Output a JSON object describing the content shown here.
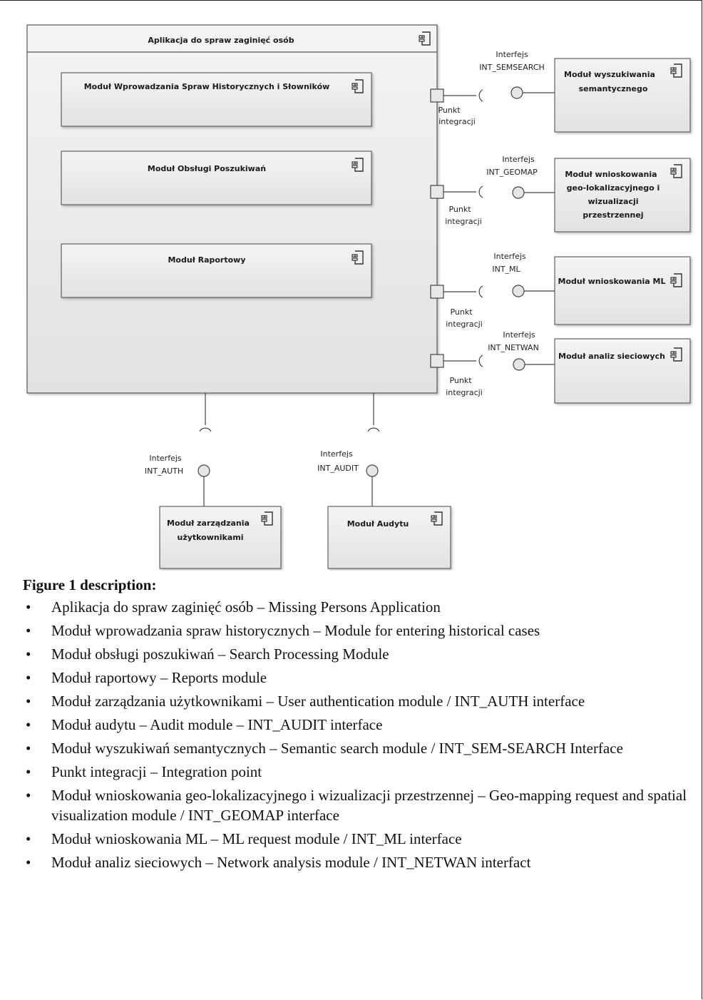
{
  "diagram": {
    "app_title": "Aplikacja do spraw zaginięć osób",
    "inner_modules": [
      {
        "label": "Moduł Wprowadzania Spraw Historycznych i Słowników"
      },
      {
        "label": "Moduł Obsługi Poszukiwań"
      },
      {
        "label": "Moduł Raportowy"
      }
    ],
    "integration_point_label": [
      "Punkt",
      "integracji"
    ],
    "interface_word": "Interfejs",
    "right_modules": [
      {
        "interface": "INT_SEMSEARCH",
        "lines": [
          "Moduł wyszukiwania",
          "semantycznego"
        ]
      },
      {
        "interface": "INT_GEOMAP",
        "lines": [
          "Moduł wnioskowania",
          "geo-lokalizacyjnego i",
          "wizualizacji",
          "przestrzennej"
        ]
      },
      {
        "interface": "INT_ML",
        "lines": [
          "Moduł wnioskowania ML"
        ]
      },
      {
        "interface": "INT_NETWAN",
        "lines": [
          "Moduł analiz sieciowych"
        ]
      }
    ],
    "bottom_modules": [
      {
        "interface": "INT_AUTH",
        "lines": [
          "Moduł zarządzania",
          "użytkownikami"
        ]
      },
      {
        "interface": "INT_AUDIT",
        "lines": [
          "Moduł Audytu"
        ]
      }
    ]
  },
  "description": {
    "heading": "Figure 1 description:",
    "items": [
      "Aplikacja do spraw zaginięć osób – Missing Persons Application",
      "Moduł wprowadzania spraw historycznych – Module for entering historical cases",
      "Moduł obsługi poszukiwań – Search Processing Module",
      "Moduł raportowy – Reports module",
      "Moduł zarządzania użytkownikami – User authentication module / INT_AUTH interface",
      "Moduł audytu – Audit module – INT_AUDIT interface",
      "Moduł wyszukiwań semantycznych – Semantic search module / INT_SEM-SEARCH Interface",
      "Punkt integracji – Integration point",
      "Moduł wnioskowania geo-lokalizacyjnego i wizualizacji przestrzennej – Geo-mapping request and spatial visualization module / INT_GEOMAP interface",
      "Moduł wnioskowania ML – ML request module / INT_ML interface",
      "Moduł analiz sieciowych – Network analysis module / INT_NETWAN interfact"
    ]
  }
}
